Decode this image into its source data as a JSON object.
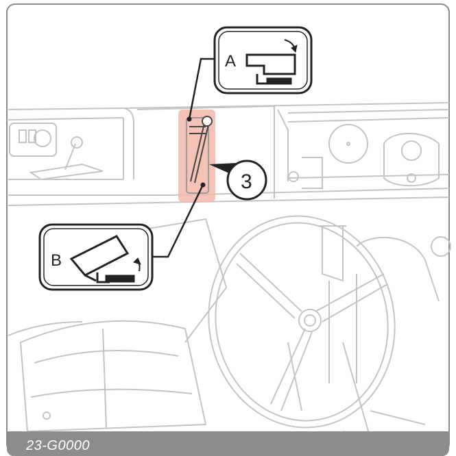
{
  "figure": {
    "id": "23-G0000"
  },
  "callouts": {
    "a_label": "A",
    "b_label": "B",
    "item_number": "3"
  },
  "colors": {
    "highlight": "#f2b8a8",
    "line": "#bdbdbd",
    "ink": "#222222",
    "caption_bar": "#8c8c8c"
  }
}
